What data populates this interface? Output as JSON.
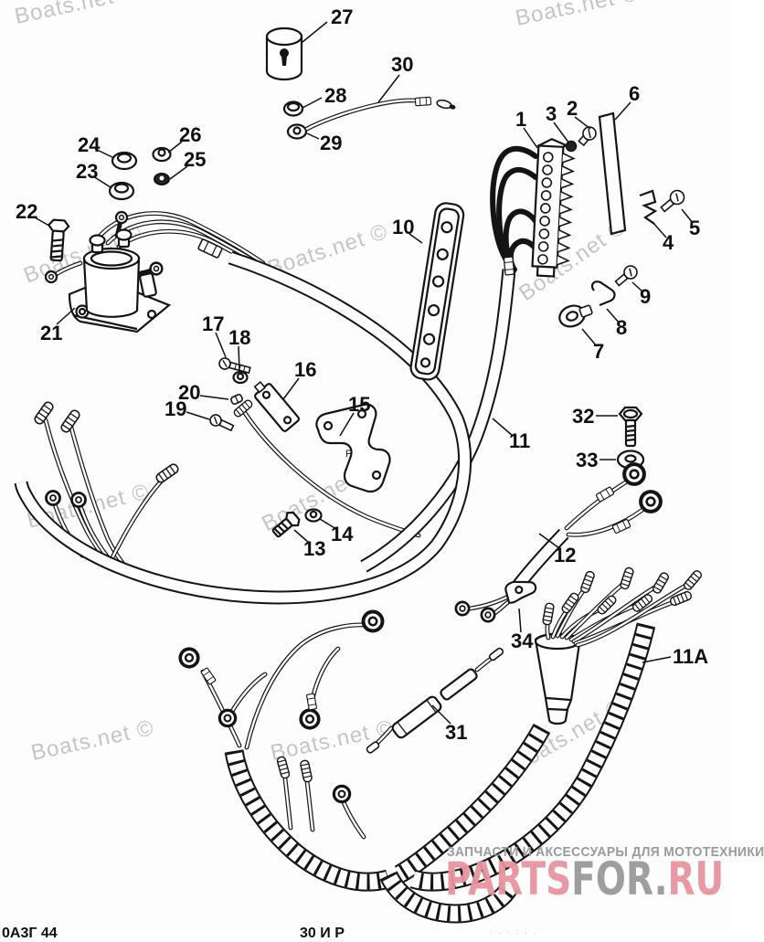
{
  "watermark": {
    "text": "Boats.net ©"
  },
  "parts_labels": {
    "p1": "1",
    "p2": "2",
    "p3": "3",
    "p4": "4",
    "p5": "5",
    "p6": "6",
    "p7": "7",
    "p8": "8",
    "p9": "9",
    "p10": "10",
    "p11": "11",
    "p11a": "11A",
    "p12": "12",
    "p13": "13",
    "p14": "14",
    "p15": "15",
    "p16": "16",
    "p17": "17",
    "p18": "18",
    "p19": "19",
    "p20": "20",
    "p21": "21",
    "p22": "22",
    "p23": "23",
    "p24": "24",
    "p25": "25",
    "p26": "26",
    "p27": "27",
    "p28": "28",
    "p29": "29",
    "p30": "30",
    "p31": "31",
    "p32": "32",
    "p33": "33",
    "p34": "34"
  },
  "footer": {
    "supplier_line": "ЗАПЧАСТИ И АКСЕССУАРЫ ДЛЯ МОТОТЕХНИКИ",
    "brand_part1": "PARTS",
    "brand_part2": "FOR.",
    "brand_part3": "RU",
    "cut_text_left": "0А3Г 44",
    "cut_text_center": "30 И Р",
    "cut_text_right": "· · · · · ·"
  },
  "colors": {
    "brand_pink": "#e8949e",
    "brand_gray": "#969696",
    "watermark_gray": "#bcbcbc",
    "ink": "#141414",
    "background": "#fdfdfd"
  }
}
